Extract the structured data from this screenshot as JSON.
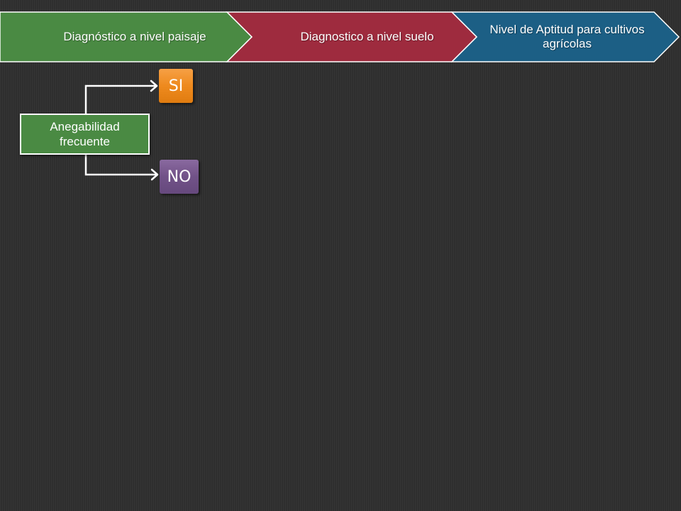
{
  "process_stages": [
    {
      "label": "Diagnóstico a nivel paisaje",
      "color": "#4a8a43"
    },
    {
      "label": "Diagnostico a nivel suelo",
      "color": "#9e2b3e"
    },
    {
      "label": "Nivel de Aptitud para cultivos agrícolas",
      "color": "#1c5f85"
    }
  ],
  "criterion": {
    "label": "Anegabilidad frecuente",
    "color": "#4a8a43"
  },
  "answers": {
    "yes": {
      "label": "SI",
      "color": "#ee8a1e"
    },
    "no": {
      "label": "NO",
      "color": "#715288"
    }
  },
  "colors": {
    "background": "#2e2e2e",
    "connector": "#ffffff"
  }
}
